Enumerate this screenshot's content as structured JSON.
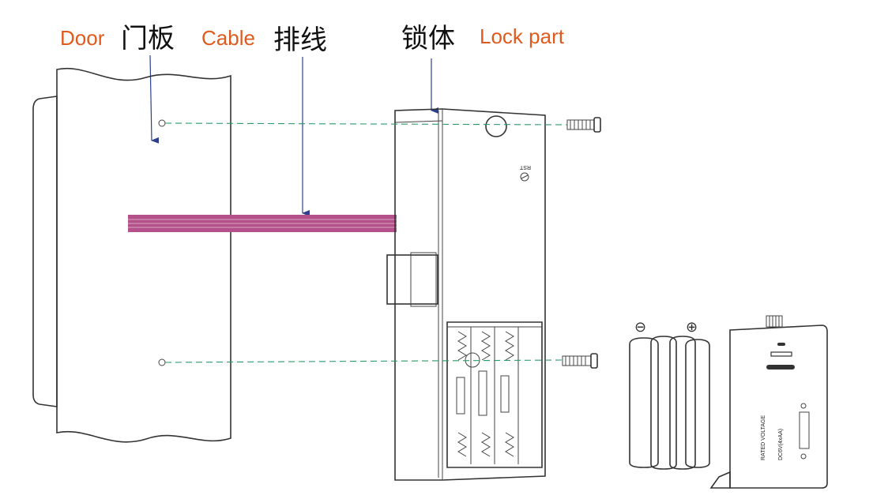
{
  "labels": {
    "door_en": "Door",
    "door_zh": "门板",
    "cable_en": "Cable",
    "cable_zh": "排线",
    "lock_zh": "锁体",
    "lock_en": "Lock part"
  },
  "lock_body": {
    "reset_label": "RST"
  },
  "battery_cover": {
    "rated_voltage": "RATED VOLTAGE",
    "voltage_value": "DC6V(4xAA)",
    "minus_symbol": "⊖",
    "plus_symbol": "⊕"
  },
  "colors": {
    "label_accent": "#e05a1e",
    "cable": "#b4508a",
    "guide_line": "#2a9a6a",
    "pointer_arrow": "#2b3f8c"
  }
}
